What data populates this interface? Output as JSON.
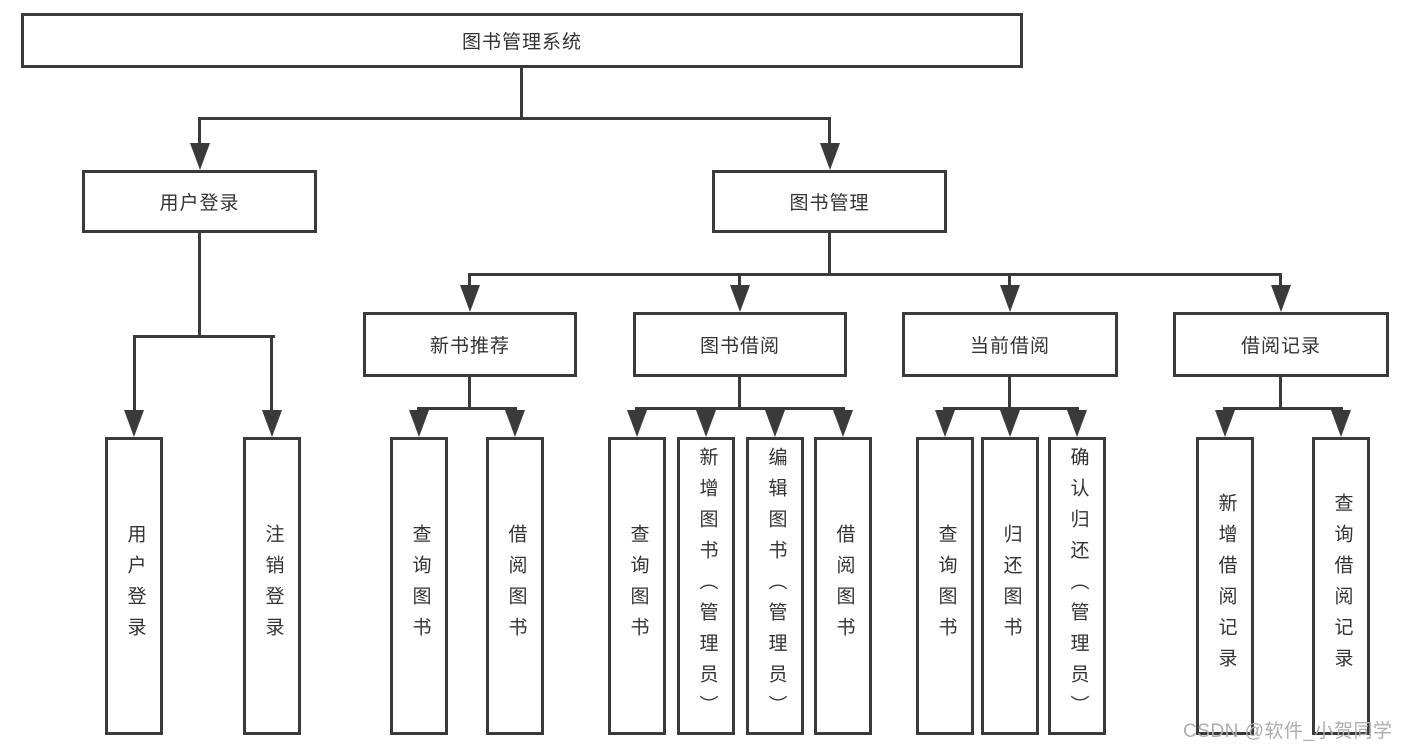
{
  "diagram": {
    "title": "图书管理系统",
    "tree": {
      "label": "图书管理系统",
      "children": [
        {
          "label": "用户登录",
          "children": [
            {
              "label": "用户登录"
            },
            {
              "label": "注销登录"
            }
          ]
        },
        {
          "label": "图书管理",
          "children": [
            {
              "label": "新书推荐",
              "children": [
                {
                  "label": "查询图书"
                },
                {
                  "label": "借阅图书"
                }
              ]
            },
            {
              "label": "图书借阅",
              "children": [
                {
                  "label": "查询图书"
                },
                {
                  "label": "新增图书（管理员）"
                },
                {
                  "label": "编辑图书（管理员）"
                },
                {
                  "label": "借阅图书"
                }
              ]
            },
            {
              "label": "当前借阅",
              "children": [
                {
                  "label": "查询图书"
                },
                {
                  "label": "归还图书"
                },
                {
                  "label": "确认归还（管理员）"
                }
              ]
            },
            {
              "label": "借阅记录",
              "children": [
                {
                  "label": "新增借阅记录"
                },
                {
                  "label": "查询借阅记录"
                }
              ]
            }
          ]
        }
      ]
    },
    "watermark": "CSDN @软件_小贺同学",
    "colors": {
      "line": "#3a3a3a",
      "text": "#333333",
      "box_fill": "#ffffff",
      "watermark": "#adadad",
      "background": "#ffffff"
    }
  }
}
